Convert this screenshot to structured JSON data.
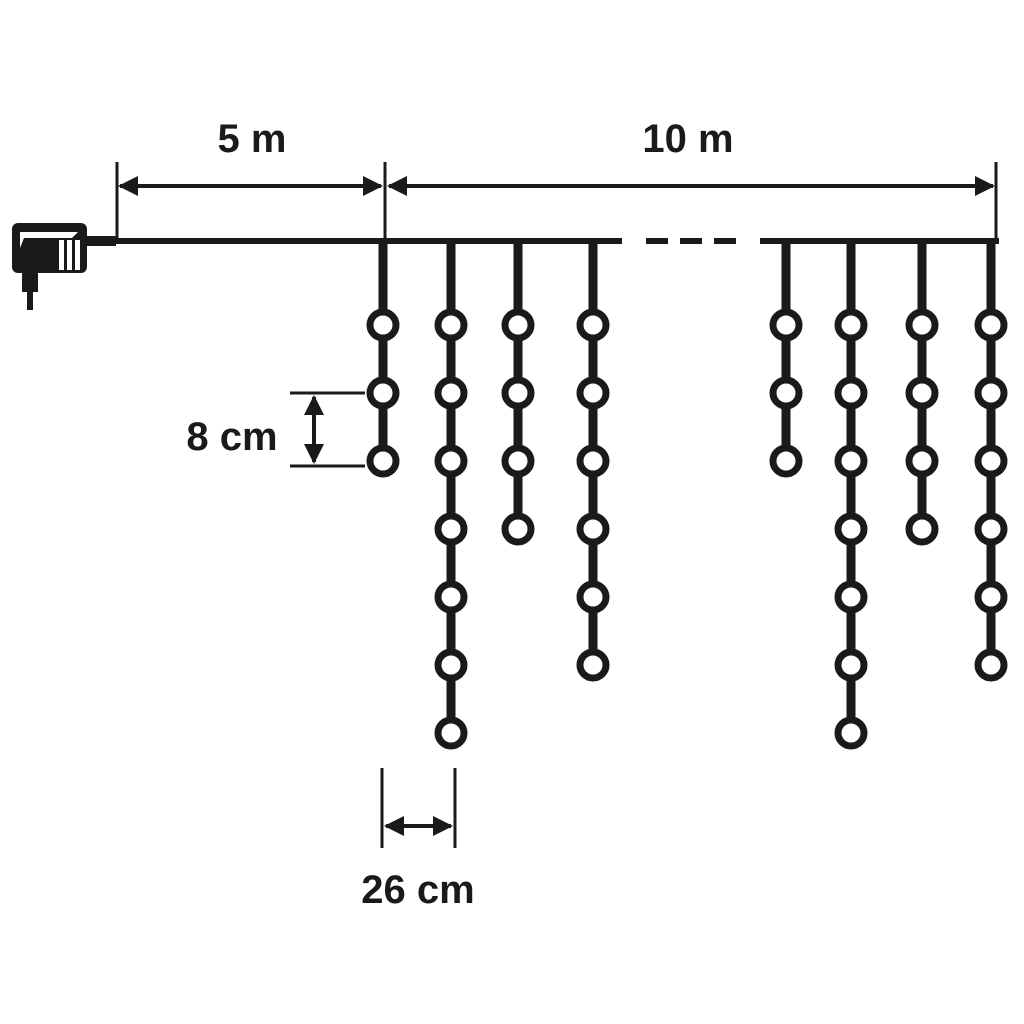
{
  "labels": {
    "lead_length": "5 m",
    "total_length": "10 m",
    "bulb_spacing": "8 cm",
    "strand_spacing": "26 cm"
  },
  "strands": [
    {
      "bulbs": 3
    },
    {
      "bulbs": 7
    },
    {
      "bulbs": 4
    },
    {
      "bulbs": 6
    },
    {
      "bulbs": 3
    },
    {
      "bulbs": 7
    },
    {
      "bulbs": 4
    },
    {
      "bulbs": 6
    }
  ],
  "colors": {
    "ink": "#1a1a1a",
    "background": "#ffffff"
  }
}
